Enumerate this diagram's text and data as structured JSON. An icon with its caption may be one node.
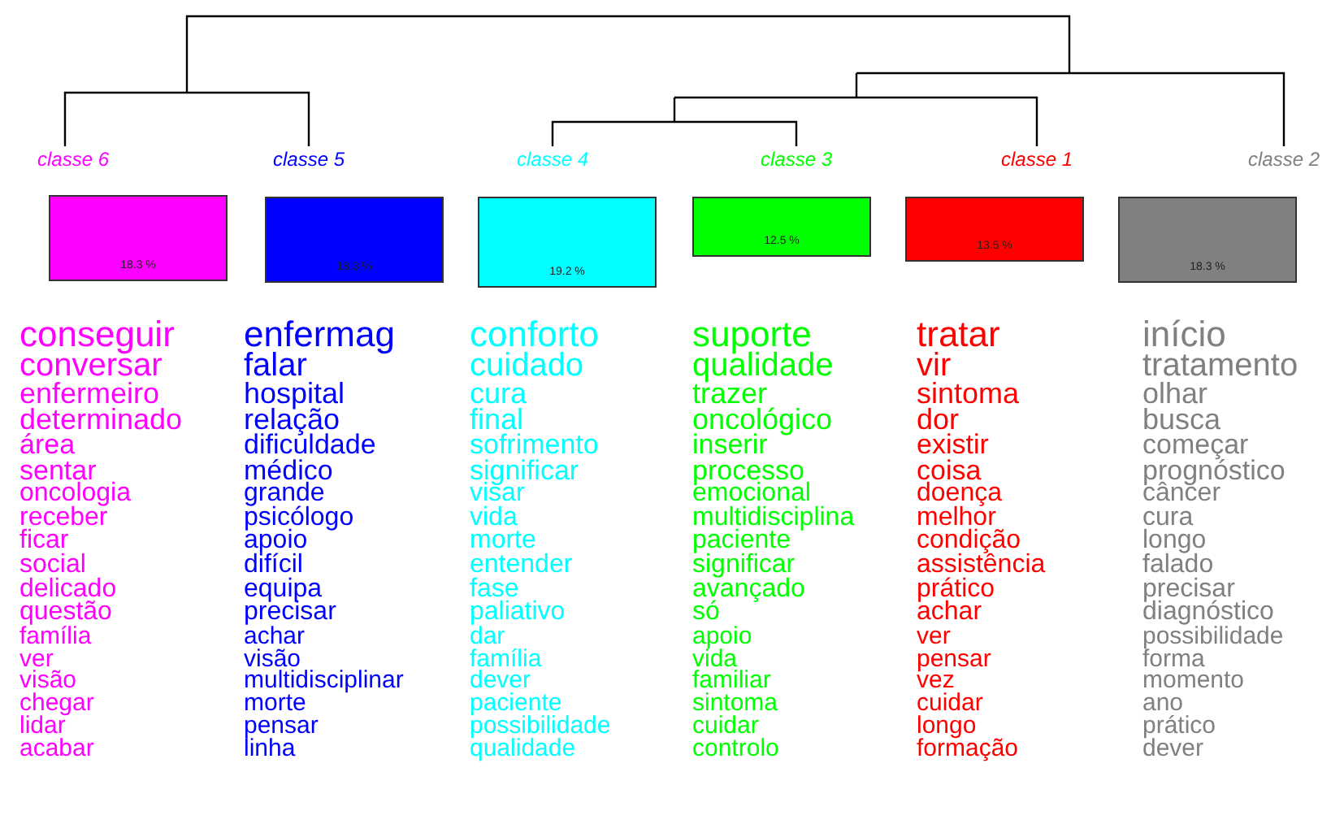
{
  "diagram": {
    "nodes": [
      {
        "text": [
          "classe 6",
          "18.3 %"
        ],
        "beside": [
          "conseguir",
          "conversar",
          "enfermeiro",
          "determinado",
          "área",
          "sentar",
          "oncologia",
          "receber",
          "ficar",
          "social",
          "delicado",
          "questão",
          "família",
          "ver",
          "visão",
          "chegar",
          "lidar",
          "acabar"
        ]
      },
      {
        "text": [
          "classe 5",
          "18.3 %"
        ],
        "beside": [
          "enfermag",
          "falar",
          "hospital",
          "relação",
          "dificuldade",
          "médico",
          "grande",
          "psicólogo",
          "apoio",
          "difícil",
          "equipa",
          "precisar",
          "achar",
          "visão",
          "multidisciplinar",
          "morte",
          "pensar",
          "linha"
        ]
      },
      {
        "text": [
          "classe 4",
          "19.2 %"
        ],
        "beside": [
          "conforto",
          "cuidado",
          "cura",
          "final",
          "sofrimento",
          "significar",
          "visar",
          "vida",
          "morte",
          "entender",
          "fase",
          "paliativo",
          "dar",
          "família",
          "dever",
          "paciente",
          "possibilidade",
          "qualidade"
        ]
      },
      {
        "text": [
          "classe 3",
          "12.5 %"
        ],
        "beside": [
          "suporte",
          "qualidade",
          "trazer",
          "oncológico",
          "inserir",
          "processo",
          "emocional",
          "multidisciplina",
          "paciente",
          "significar",
          "avançado",
          "só",
          "apoio",
          "vida",
          "familiar",
          "sintoma",
          "cuidar",
          "controlo"
        ]
      },
      {
        "text": [
          "classe 1",
          "13.5 %"
        ],
        "beside": [
          "tratar",
          "vir",
          "sintoma",
          "dor",
          "existir",
          "coisa",
          "doença",
          "melhor",
          "condição",
          "assistência",
          "prático",
          "achar",
          "ver",
          "pensar",
          "vez",
          "cuidar",
          "longo",
          "formação"
        ]
      },
      {
        "text": [
          "classe 2",
          "18.3 %"
        ],
        "beside": [
          "início",
          "tratamento",
          "olhar",
          "busca",
          "começar",
          "prognóstico",
          "câncer",
          "cura",
          "longo",
          "falado",
          "precisar",
          "diagnóstico",
          "possibilidade",
          "forma",
          "momento",
          "ano",
          "prático",
          "dever"
        ]
      }
    ]
  }
}
